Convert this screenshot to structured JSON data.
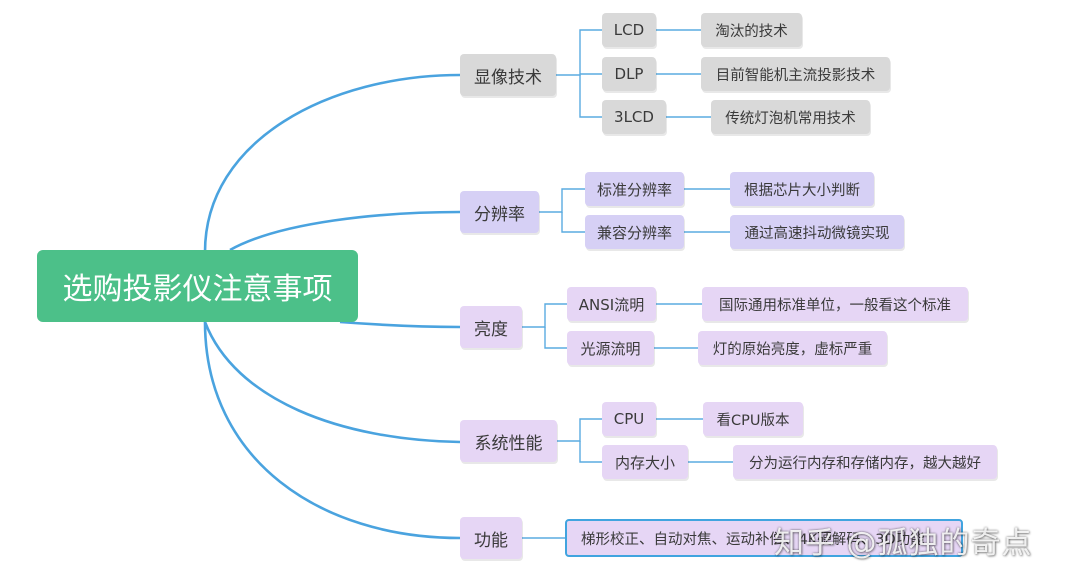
{
  "root": {
    "label": "选购投影仪注意事项"
  },
  "topics": [
    {
      "label": "显像技术",
      "items": [
        {
          "label": "LCD",
          "note": "淘汰的技术"
        },
        {
          "label": "DLP",
          "note": "目前智能机主流投影技术"
        },
        {
          "label": "3LCD",
          "note": "传统灯泡机常用技术"
        }
      ]
    },
    {
      "label": "分辨率",
      "items": [
        {
          "label": "标准分辨率",
          "note": "根据芯片大小判断"
        },
        {
          "label": "兼容分辨率",
          "note": "通过高速抖动微镜实现"
        }
      ]
    },
    {
      "label": "亮度",
      "items": [
        {
          "label": "ANSI流明",
          "note": "国际通用标准单位，一般看这个标准"
        },
        {
          "label": "光源流明",
          "note": "灯的原始亮度，虚标严重"
        }
      ]
    },
    {
      "label": "系统性能",
      "items": [
        {
          "label": "CPU",
          "note": "看CPU版本"
        },
        {
          "label": "内存大小",
          "note": "分为运行内存和存储内存，越大越好"
        }
      ]
    },
    {
      "label": "功能",
      "items": [
        {
          "label": "梯形校正、自动对焦、运动补偿、4K硬解码、3D功能"
        }
      ]
    }
  ],
  "watermark": "知乎 @孤独的奇点",
  "colors": {
    "root_bg": "#4cc089",
    "topic_gray": "#d9d9d9",
    "topic_lavender": "#d6d0f5",
    "topic_pink": "#e6d6f5",
    "connector": "#4aa3df"
  }
}
